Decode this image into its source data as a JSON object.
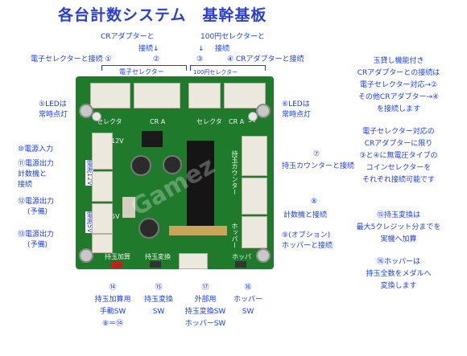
{
  "title": "各台計数システム　基幹基板",
  "top_labels": {
    "cr_adapter_1": "CRアダプターと",
    "cr_adapter_2": "接続↓",
    "num2": "②",
    "selector_100_1": "100円セレクターと",
    "arrow3": "↓",
    "selector_100_2": "接続",
    "num3": "③",
    "elec_selector": "電子セレクターと接続 ①",
    "cr_adapter_4": "④ CRアダプターと接続"
  },
  "board_labels": {
    "elec_selector": "電子セレクター",
    "selector_100": "100円セレクター",
    "selector_left": "セレクタ",
    "cr_left": "CR A",
    "selector_right": "セレクタ",
    "cr_right": "CR A",
    "v12": "12V",
    "v5": "5V",
    "v5b": "5V",
    "power12": "電源12V",
    "power5": "電源5V",
    "counter": "持玉カウンター",
    "hopper": "ホッパー",
    "mochidama": "持玉加算",
    "mochihenkan": "持玉変換",
    "hoppa": "ホッパ"
  },
  "left_labels": {
    "led5_1": "⑤LEDは",
    "led5_2": "常時点灯",
    "power_in": "⑩電源入力",
    "power11_1": "⑪電源出力",
    "power11_2": "計数機と",
    "power11_3": "接続",
    "power12_1": "⑫電源出力",
    "power12_2": "(予備)",
    "power13_1": "⑬電源出力",
    "power13_2": "(予備)"
  },
  "right_labels": {
    "led6_1": "⑥LEDは",
    "led6_2": "常時点灯",
    "counter_num": "⑦",
    "counter_text": "持玉カウンターと接続",
    "num8": "⑧",
    "counter8": "計数機と接続",
    "hopper9_1": "⑨(オプション)",
    "hopper9_2": "ホッパーと接続"
  },
  "bottom_labels": {
    "n14": "⑭",
    "b14_1": "持玉加算用",
    "b14_2": "手動SW",
    "b14_3": "⑧＝⑭",
    "n15": "⑮",
    "b15_1": "持玉変換",
    "b15_2": "SW",
    "n17": "⑰",
    "b17_1": "外部用",
    "b17_2": "持玉変換SW",
    "b17_3": "ホッパーSW",
    "n16": "⑯",
    "b16_1": "ホッパー",
    "b16_2": "SW"
  },
  "notes": {
    "p1_1": "玉貸し機能付き",
    "p1_2": "CRアダプターとの接続は",
    "p1_3": "電子セレクター対応→②",
    "p1_4": "その他CRアダプター→④",
    "p1_5": "を接続します",
    "p2_1": "電子セレクター対応の",
    "p2_2": "CRアダプターに限り",
    "p2_3": "③と④に無電圧タイプの",
    "p2_4": "コインセレクターを",
    "p2_5": "それぞれ接続可能です",
    "p3_1": "⑮持玉変換は",
    "p3_2": "最大5クレジット分までを",
    "p3_3": "実機へ加算",
    "p4_1": "⑯ホッパーは",
    "p4_2": "持玉全数をメダルへ",
    "p4_3": "変換します"
  },
  "watermark": "Gamez"
}
